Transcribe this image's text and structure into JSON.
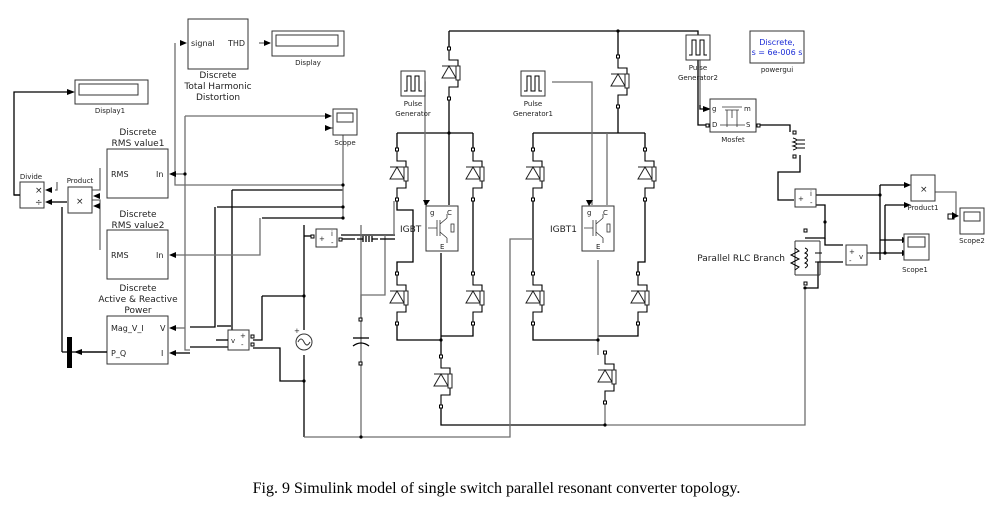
{
  "figure": {
    "caption": "Fig. 9 Simulink model of single switch parallel resonant converter topology."
  },
  "blocks": {
    "thd": {
      "line1": "Discrete",
      "line2": "Total Harmonic",
      "line3": "Distortion",
      "port_in": "signal",
      "port_out": "THD"
    },
    "display": {
      "label": "Display"
    },
    "display1": {
      "label": "Display1"
    },
    "rms1": {
      "line1": "Discrete",
      "line2": "RMS value1",
      "port_out": "RMS",
      "port_in": "In"
    },
    "rms2": {
      "line1": "Discrete",
      "line2": "RMS value2",
      "port_out": "RMS",
      "port_in": "In"
    },
    "power": {
      "line1": "Discrete",
      "line2": "Active  & Reactive",
      "line3": "Power",
      "port_mag": "Mag_V_I",
      "port_pq": "P_Q",
      "port_v": "V",
      "port_i": "I"
    },
    "divide": {
      "label": "Divide",
      "op1": "×",
      "op2": "÷"
    },
    "product": {
      "label": "Product",
      "op": "×"
    },
    "product1": {
      "label": "Product1",
      "op": "×"
    },
    "scope": {
      "label": "Scope"
    },
    "scope1": {
      "label": "Scope1"
    },
    "scope2": {
      "label": "Scope2"
    },
    "pulse": {
      "line1": "Pulse",
      "line2": "Generator"
    },
    "pulse1": {
      "line1": "Pulse",
      "line2": "Generator1"
    },
    "pulse2": {
      "line1": "Pulse",
      "line2": "Generator2"
    },
    "powergui": {
      "line1": "Discrete,",
      "line2": "s = 6e-006 s",
      "label": "powergui"
    },
    "mosfet": {
      "label": "Mosfet",
      "port_g": "g",
      "port_m": "m",
      "port_d": "D",
      "port_s": "S"
    },
    "igbt": {
      "label": "IGBT",
      "port_g": "g",
      "port_c": "C",
      "port_e": "E"
    },
    "igbt1": {
      "label": "IGBT1",
      "port_g": "g",
      "port_c": "C",
      "port_e": "E"
    },
    "rlc": {
      "label": "Parallel RLC Branch"
    },
    "current_meas": {
      "plus": "+",
      "i": "i",
      "minus": "-"
    },
    "current_meas2": {
      "plus": "+",
      "i": "i",
      "minus": "-"
    },
    "voltage_meas": {
      "v": "v",
      "plus": "+",
      "minus": "-"
    },
    "voltage_meas2": {
      "v": "v",
      "plus": "+",
      "minus": "-"
    }
  }
}
